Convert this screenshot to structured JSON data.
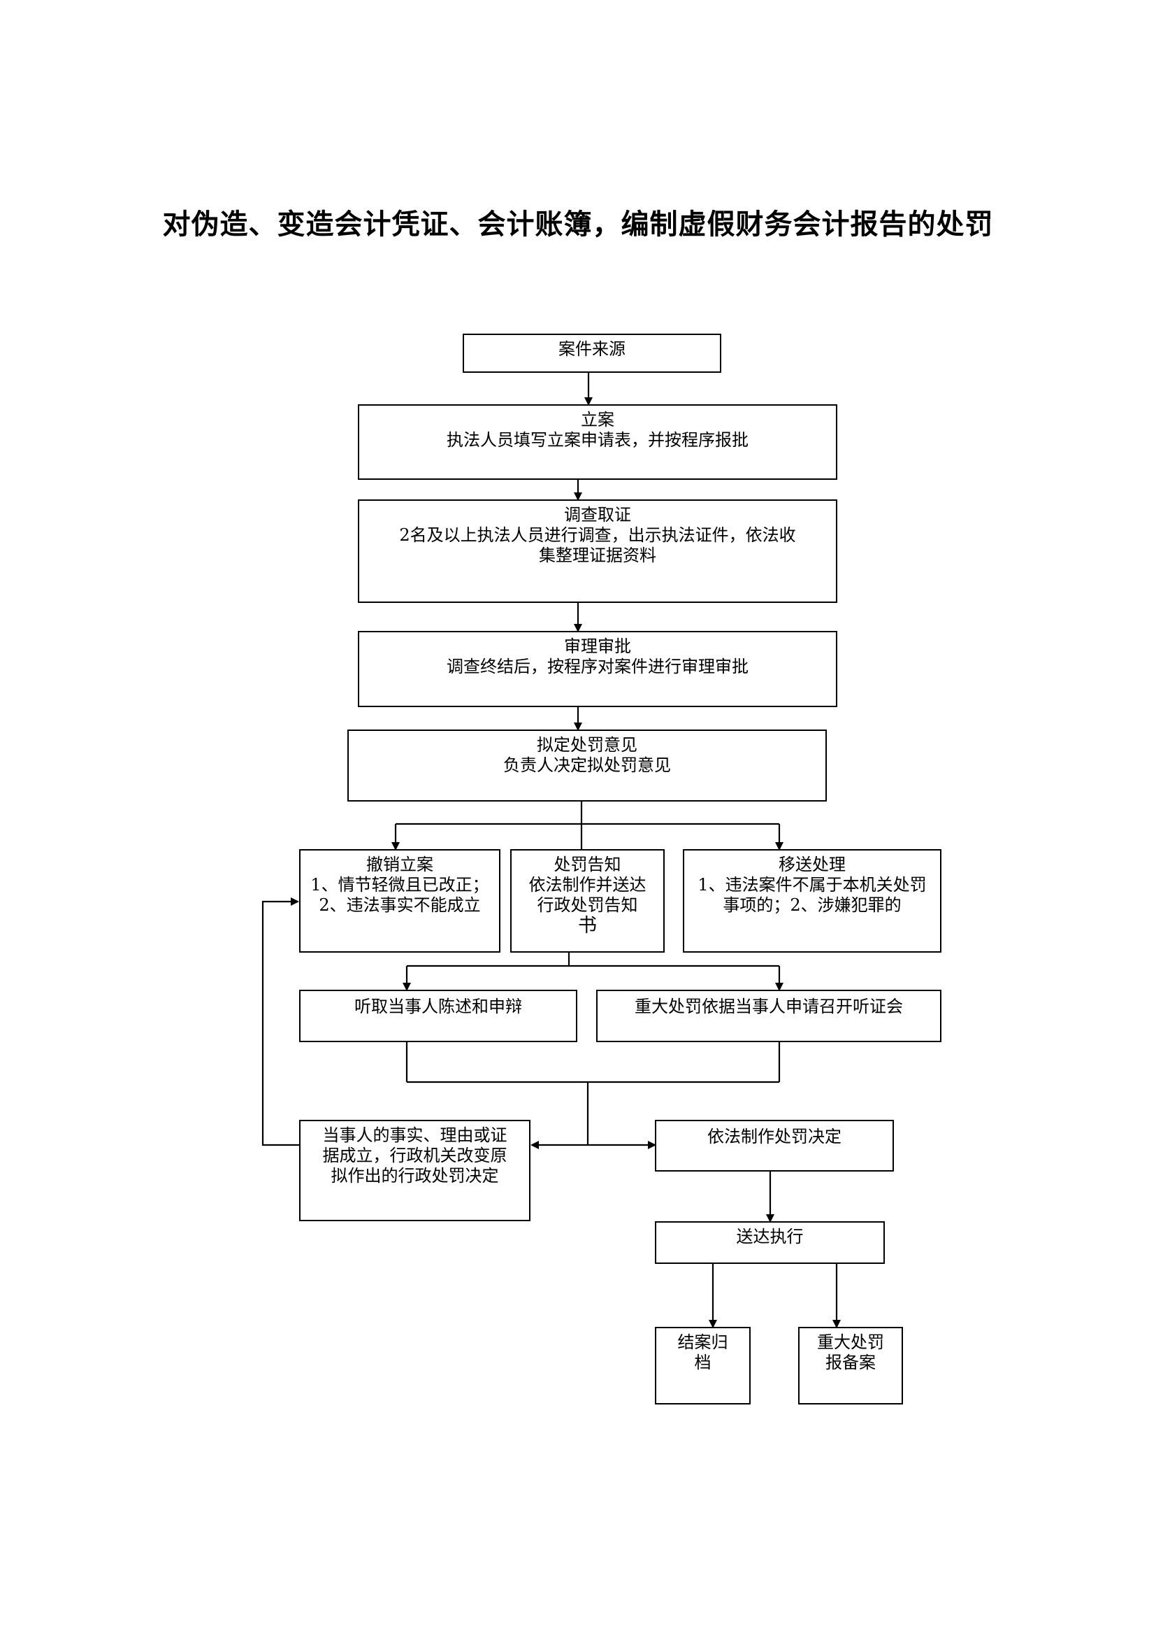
{
  "title": "对伪造、变造会计凭证、会计账簿，编制虚假财务会计报告的处罚",
  "nodes": {
    "case_source": {
      "title": "案件来源"
    },
    "filing": {
      "title": "立案",
      "lines": [
        "执法人员填写立案申请表，并按程序报批"
      ]
    },
    "investigation": {
      "title": "调查取证",
      "lines": [
        "2名及以上执法人员进行调查，出示执法证件，依法收",
        "集整理证据资料"
      ]
    },
    "review": {
      "title": "审理审批",
      "lines": [
        "调查终结后，按程序对案件进行审理审批"
      ]
    },
    "proposal": {
      "title": "拟定处罚意见",
      "lines": [
        "负责人决定拟处罚意见"
      ]
    },
    "revoke": {
      "title": "撤销立案",
      "lines": [
        "1、情节轻微且已改正；",
        "2、违法事实不能成立"
      ]
    },
    "notice": {
      "title": "处罚告知",
      "lines": [
        "依法制作并送达",
        "行政处罚告知",
        "书"
      ]
    },
    "transfer": {
      "title": "移送处理",
      "lines": [
        "1、违法案件不属于本机关处罚",
        "事项的；2、涉嫌犯罪的"
      ]
    },
    "hear_statement": {
      "title": "听取当事人陈述和申辩"
    },
    "hearing": {
      "title": "重大处罚依据当事人申请召开听证会"
    },
    "change": {
      "title": "当事人的事实、理由或证",
      "lines": [
        "据成立，行政机关改变原",
        "拟作出的行政处罚决定"
      ]
    },
    "decision": {
      "title": "依法制作处罚决定"
    },
    "delivery": {
      "title": "送达执行"
    },
    "archive": {
      "title": "结案归",
      "lines": [
        "档"
      ]
    },
    "record": {
      "title": "重大处罚",
      "lines": [
        "报备案"
      ]
    }
  }
}
